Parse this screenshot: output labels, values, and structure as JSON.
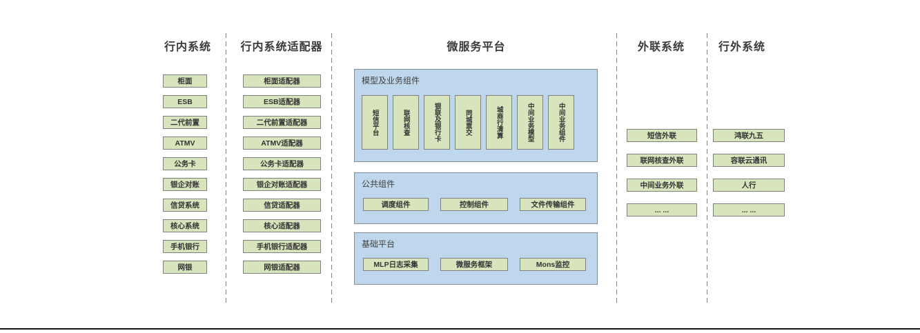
{
  "columns": [
    {
      "title": "行内系统",
      "items": [
        "柜面",
        "ESB",
        "二代前置",
        "ATMV",
        "公务卡",
        "银企对账",
        "信贷系统",
        "核心系统",
        "手机银行",
        "网银"
      ]
    },
    {
      "title": "行内系统适配器",
      "items": [
        "柜面适配器",
        "ESB适配器",
        "二代前置适配器",
        "ATMV适配器",
        "公务卡适配器",
        "银企对账适配器",
        "信贷适配器",
        "核心适配器",
        "手机银行适配器",
        "网银适配器"
      ]
    }
  ],
  "platform": {
    "title": "微服务平台",
    "model_section": {
      "label": "模型及业务组件",
      "items": [
        "短信平台",
        "联网核查",
        "银联及银行卡",
        "同城票交",
        "城商行清算",
        "中间业务模型",
        "中间业务组件"
      ]
    },
    "common_section": {
      "label": "公共组件",
      "items": [
        "调度组件",
        "控制组件",
        "文件传输组件"
      ]
    },
    "base_section": {
      "label": "基础平台",
      "items": [
        "MLP日志采集",
        "微服务框架",
        "Mons监控"
      ]
    }
  },
  "external_column": {
    "title": "外联系统",
    "items": [
      "短信外联",
      "联网核查外联",
      "中间业务外联",
      "... ..."
    ]
  },
  "outer_column": {
    "title": "行外系统",
    "items": [
      "鸿联九五",
      "容联云通讯",
      "人行",
      "... ..."
    ]
  },
  "colors": {
    "component_fill": "#d8e4bc",
    "component_border": "#7f7f7f",
    "platform_fill": "#bed7ec",
    "platform_border": "#7f8a96",
    "separator": "#7f7f7f",
    "title_text": "#3a3a3a",
    "bottom_line": "#141414"
  }
}
